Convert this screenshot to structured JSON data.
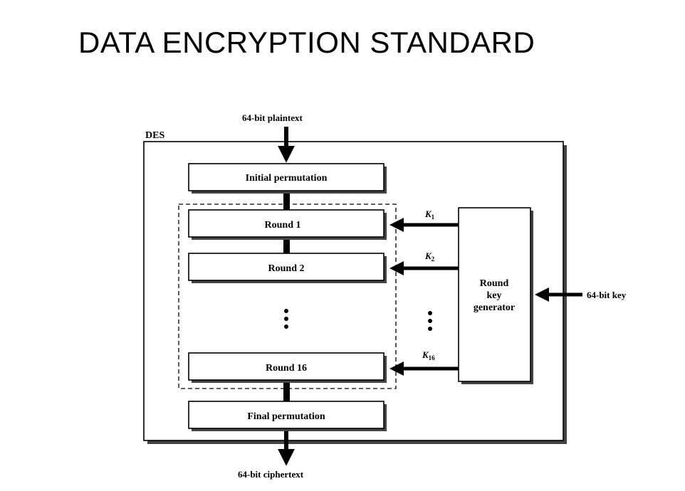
{
  "title": "DATA ENCRYPTION STANDARD",
  "diagram": {
    "container_label": "DES",
    "input_label": "64-bit plaintext",
    "output_label": "64-bit ciphertext",
    "key_input_label": "64-bit key",
    "initial_permutation": "Initial permutation",
    "final_permutation": "Final permutation",
    "rounds": [
      "Round 1",
      "Round 2",
      "Round 16"
    ],
    "round_keys": [
      {
        "base": "K",
        "sub": "1"
      },
      {
        "base": "K",
        "sub": "2"
      },
      {
        "base": "K",
        "sub": "16"
      }
    ],
    "key_generator_lines": [
      "Round",
      "key",
      "generator"
    ],
    "colors": {
      "line": "#000000",
      "background": "#ffffff"
    }
  }
}
